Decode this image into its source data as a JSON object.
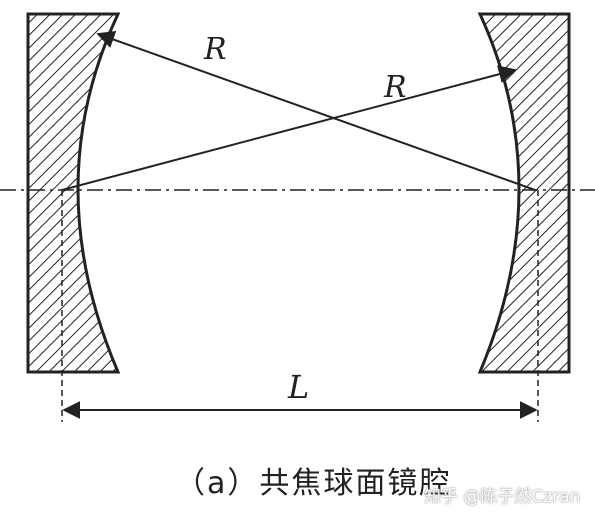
{
  "labels": {
    "radius_1": "R",
    "radius_2": "R",
    "length": "L"
  },
  "caption": "（a）共焦球面镜腔",
  "watermark": "知乎 @陈子然Czran",
  "colors": {
    "ink": "#222222",
    "background": "#ffffff"
  }
}
